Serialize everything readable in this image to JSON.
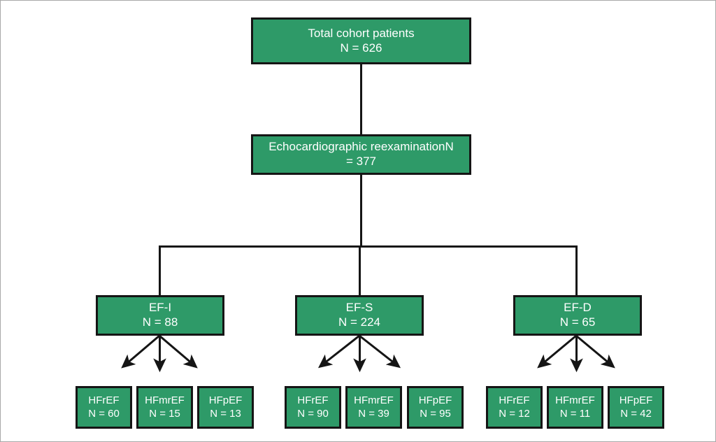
{
  "figure": {
    "type": "flowchart",
    "title": "Patient cohort echocardiographic reexamination flow",
    "accent_color": "#2e9a68",
    "border_color": "#151515",
    "text_color": "#ffffff",
    "frame_color": "#a8a8a8",
    "background": "#ffffff"
  },
  "nodes": {
    "total_cohort": {
      "line1": "Total cohort patients",
      "line2": "N = 626",
      "count": 626
    },
    "echo_reexam": {
      "line1": "Echocardiographic reexaminationN",
      "line2": "= 377",
      "count": 377
    }
  },
  "groups": [
    {
      "label": "EF-I",
      "count_label": "N = 88",
      "count": 88,
      "children": [
        {
          "label": "HFrEF",
          "count_label": "N = 60",
          "count": 60
        },
        {
          "label": "HFmrEF",
          "count_label": "N = 15",
          "count": 15
        },
        {
          "label": "HFpEF",
          "count_label": "N = 13",
          "count": 13
        }
      ]
    },
    {
      "label": "EF-S",
      "count_label": "N = 224",
      "count": 224,
      "children": [
        {
          "label": "HFrEF",
          "count_label": "N = 90",
          "count": 90
        },
        {
          "label": "HFmrEF",
          "count_label": "N = 39",
          "count": 39
        },
        {
          "label": "HFpEF",
          "count_label": "N = 95",
          "count": 95
        }
      ]
    },
    {
      "label": "EF-D",
      "count_label": "N = 65",
      "count": 65,
      "children": [
        {
          "label": "HFrEF",
          "count_label": "N = 12",
          "count": 12
        },
        {
          "label": "HFmrEF",
          "count_label": "N = 11",
          "count": 11
        },
        {
          "label": "HFpEF",
          "count_label": "N = 42",
          "count": 42
        }
      ]
    }
  ]
}
